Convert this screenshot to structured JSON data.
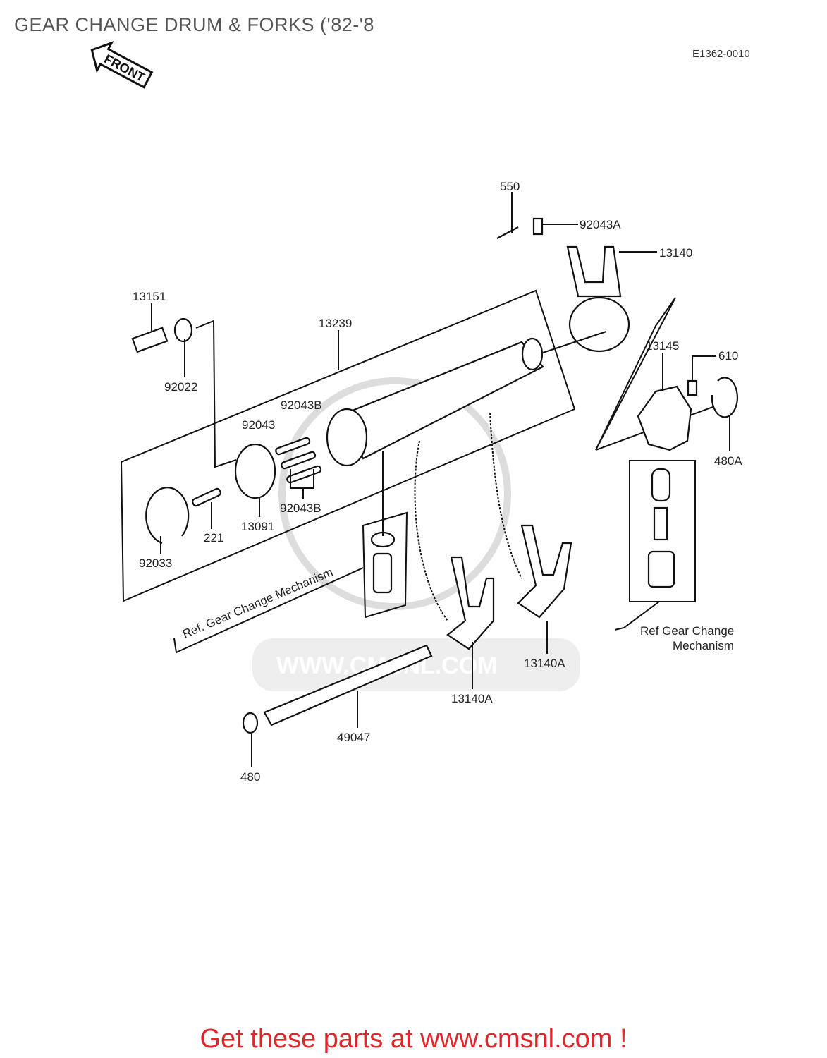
{
  "title": "GEAR CHANGE DRUM & FORKS ('82-'8",
  "diagram_code": "E1362-0010",
  "front_arrow_label": "FRONT",
  "watermark": "WWW.CMSNL.COM",
  "labels": {
    "p550": "550",
    "p92043A": "92043A",
    "p13140": "13140",
    "p13151": "13151",
    "p13239": "13239",
    "p92022": "92022",
    "p92043B_top": "92043B",
    "p92043": "92043",
    "p13145": "13145",
    "p610": "610",
    "p480A": "480A",
    "p92043B_bottom": "92043B",
    "p13091": "13091",
    "p221": "221",
    "p92033": "92033",
    "p13140A_right": "13140A",
    "p13140A_left": "13140A",
    "p49047": "49047",
    "p480": "480"
  },
  "ref_left": "Ref. Gear Change Mechanism",
  "ref_right_line1": "Ref  Gear Change",
  "ref_right_line2": "Mechanism",
  "footer": "Get these parts at www.cmsnl.com !",
  "colors": {
    "footer": "#e0262a",
    "title": "#555555"
  }
}
